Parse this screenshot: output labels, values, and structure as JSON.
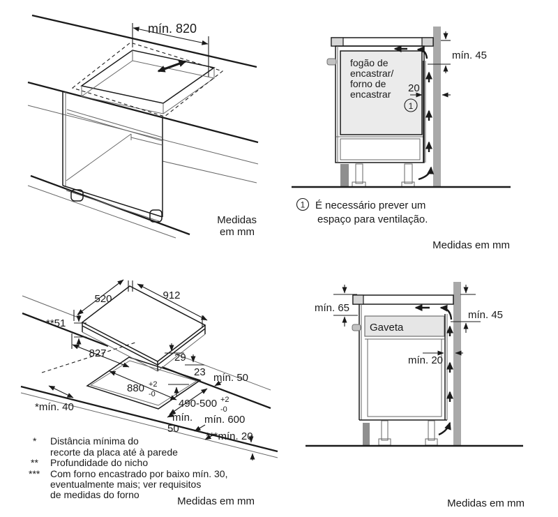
{
  "colors": {
    "line": "#1a1a1a",
    "wall_gray": "#a9a9a9",
    "counter_gray": "#d6d6d6",
    "appliance_gray": "#ebebeb",
    "drawer_gray": "#e6e6e6",
    "post_gray": "#8f8f8f",
    "background": "#ffffff"
  },
  "panels": {
    "top_left": {
      "dim_min_820": "mín. 820",
      "units_line1": "Medidas",
      "units_line2": "em mm"
    },
    "top_right": {
      "appliance_line1": "fogão de",
      "appliance_line2": "encastrar/",
      "appliance_line3": "forno de",
      "appliance_line4": "encastrar",
      "dim_min_45": "mín. 45",
      "dim_20": "20",
      "callout_1": "1",
      "note_marker": "1",
      "note_line1": "É necessário prever um",
      "note_line2": "espaço para ventilação.",
      "units": "Medidas em mm"
    },
    "bottom_left": {
      "dim_520": "520",
      "dim_912": "912",
      "dim_51": "**51",
      "dim_827": "827",
      "dim_29": "29",
      "dim_23": "23",
      "dim_880": "880",
      "dim_880_sup": "+2",
      "dim_880_sub": "-0",
      "dim_490_500": "490-500",
      "dim_490_500_sup": "+2",
      "dim_490_500_sub": "-0",
      "dim_min_50_right": "mín. 50",
      "dim_min_50_front_line1": "mín.",
      "dim_min_50_front_line2": "50",
      "dim_min_600": "mín. 600",
      "dim_min_20": "***mín. 20",
      "dim_min_40": "*mín. 40",
      "footnote1_marker": "*",
      "footnote1_line1": "Distância mínima do",
      "footnote1_line2": "recorte da placa até à parede",
      "footnote2_marker": "**",
      "footnote2_line1": "Profundidade do nicho",
      "footnote3_marker": "***",
      "footnote3_line1": "Com forno encastrado por baixo mín. 30,",
      "footnote3_line2": "eventualmente mais; ver requisitos",
      "footnote3_line3": "de medidas do forno",
      "units": "Medidas em mm"
    },
    "bottom_right": {
      "drawer_label": "Gaveta",
      "dim_min_65": "mín. 65",
      "dim_min_45": "mín. 45",
      "dim_min_20": "mín. 20",
      "units": "Medidas em mm"
    }
  }
}
